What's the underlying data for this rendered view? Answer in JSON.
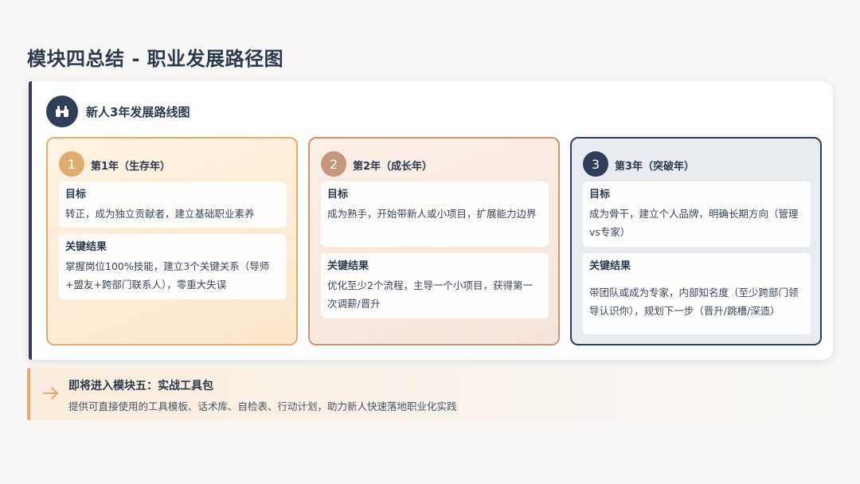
{
  "page": {
    "title": "模块四总结 - 职业发展路径图"
  },
  "panel": {
    "icon": "binoculars-icon",
    "title": "新人3年发展路线图"
  },
  "cards": [
    {
      "number": "1",
      "heading": "第1年（生存年）",
      "goal_label": "目标",
      "goal_text": "转正，成为独立贡献者，建立基础职业素养",
      "result_label": "关键结果",
      "result_text": "掌握岗位100%技能，建立3个关键关系（导师+盟友+跨部门联系人），零重大失误"
    },
    {
      "number": "2",
      "heading": "第2年（成长年）",
      "goal_label": "目标",
      "goal_text": "成为熟手，开始带新人或小项目，扩展能力边界",
      "result_label": "关键结果",
      "result_text": "优化至少2个流程，主导一个小项目，获得第一次调薪/晋升"
    },
    {
      "number": "3",
      "heading": "第3年（突破年）",
      "goal_label": "目标",
      "goal_text": "成为骨干，建立个人品牌，明确长期方向（管理vs专家）",
      "result_label": "关键结果",
      "result_text": "带团队或成为专家，内部知名度（至少跨部门领导认识你），规划下一步（晋升/跳槽/深造）"
    }
  ],
  "footer": {
    "icon": "arrow-right-icon",
    "title": "即将进入模块五：实战工具包",
    "text": "提供可直接使用的工具模板、话术库、自检表、行动计划，助力新人快速落地职业化实践"
  },
  "colors": {
    "navy": "#2f3f57",
    "gold": "#e0ad70",
    "copper": "#c8967c"
  }
}
